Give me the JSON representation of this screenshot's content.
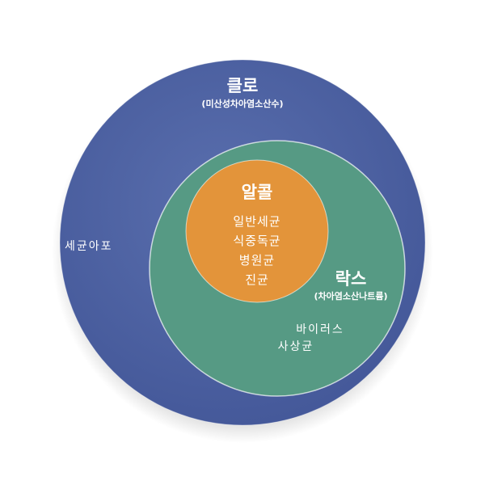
{
  "outer": {
    "title": "클로",
    "subtitle": "(미산성차아염소산수)",
    "side_label": "세균아포",
    "color": "#4a5f9e"
  },
  "middle": {
    "title": "락스",
    "subtitle": "(차아염소산나트륨)",
    "items": [
      "바이러스",
      "사상균"
    ],
    "color": "#569a84"
  },
  "inner": {
    "title": "알콜",
    "items": [
      "일반세균",
      "식중독균",
      "병원균",
      "진균"
    ],
    "color": "#e3943a"
  }
}
